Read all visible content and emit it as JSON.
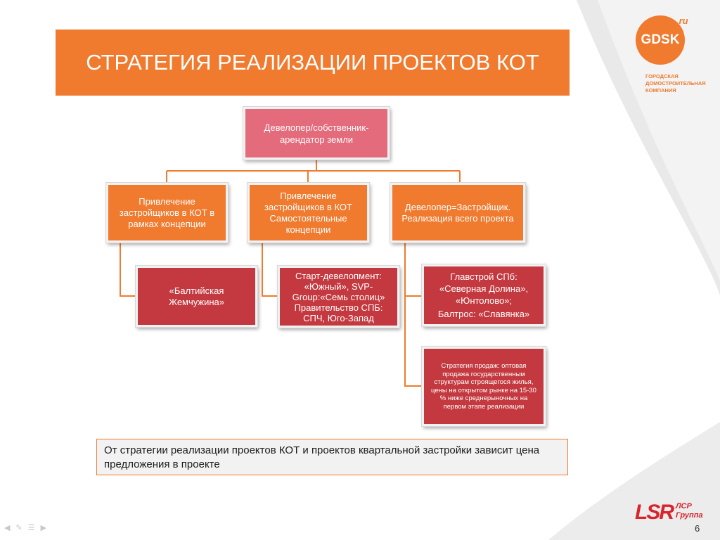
{
  "slide": {
    "title": "СТРАТЕГИЯ РЕАЛИЗАЦИИ ПРОЕКТОВ КОТ",
    "page_number": "6"
  },
  "logos": {
    "gdsk": {
      "name": "GDSK",
      "suffix": ".ru",
      "subtitle": "ГОРОДСКАЯ ДОМОСТРОИТЕЛЬНАЯ КОМПАНИЯ"
    },
    "lsr": {
      "mark": "LSR",
      "text_line1": "ЛСР",
      "text_line2": "Группа"
    }
  },
  "diagram": {
    "root": "Девелопер/собственник-арендатор земли",
    "branches": [
      "Привлечение застройщиков в КОТ в рамках концепции",
      "Привлечение застройщиков в КОТ Самостоятельные концепции",
      "Девелопер=Застройщик. Реализация всего проекта"
    ],
    "children": {
      "baltic": "«Балтийская Жемчужина»",
      "start": "Старт-девелопмент: «Южный», SVP-Group:«Семь столиц» Правительство СПБ: СПЧ, Юго-Запад",
      "glavstroy_line1": "Главстрой СПб: «Северная Долина», «Юнтолово»;",
      "glavstroy_line2": "Балтрос: «Славянка»",
      "sales": "Стратегия продаж: оптовая продажа государственным структурам строящегося жилья, цены на открытом рынке на 15-30 % ниже среднерыночных на первом этапе реализации"
    }
  },
  "note": "От стратегии реализации проектов КОТ и проектов квартальной застройки зависит цена предложения в проекте",
  "colors": {
    "orange": "#f07a2e",
    "red": "#c3393f",
    "pink": "#e36b7b",
    "connector": "#f07a2e",
    "lsr_red": "#d9242c"
  }
}
